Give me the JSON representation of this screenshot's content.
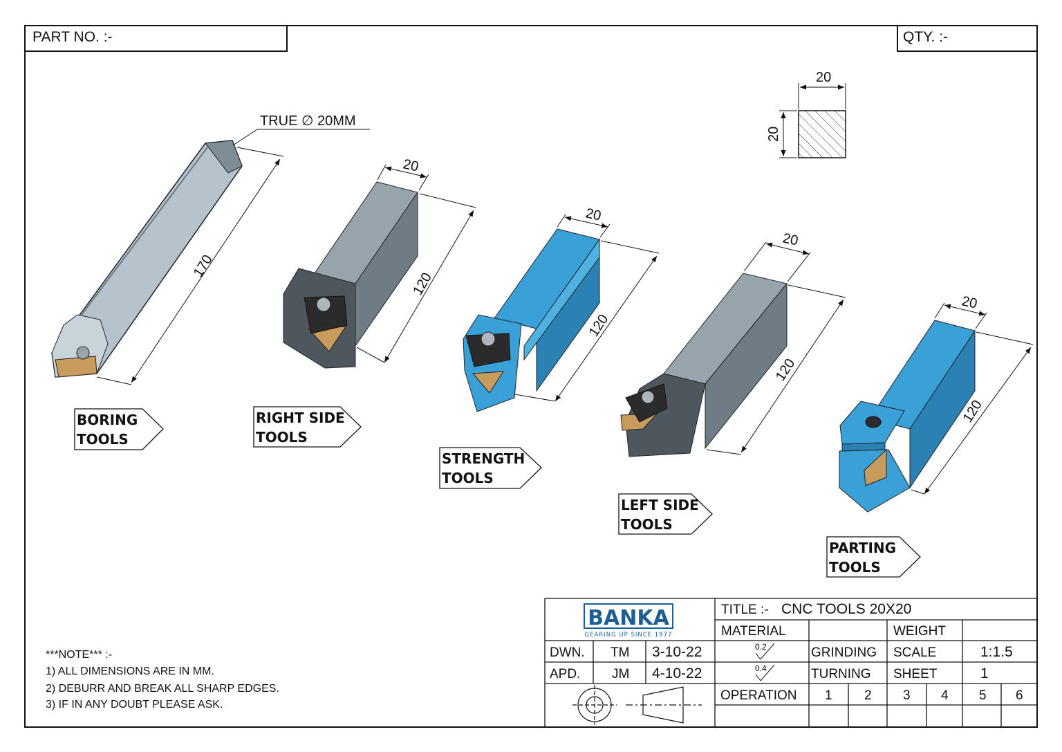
{
  "header": {
    "part_no": "PART NO. :-",
    "qty": "QTY. :-"
  },
  "section": {
    "width": "20",
    "height": "20"
  },
  "tools": [
    {
      "line1": "BORING",
      "line2": "TOOLS",
      "length": "170",
      "note": "TRUE ∅ 20MM",
      "color": "#b7c3cc"
    },
    {
      "line1": "RIGHT SIDE",
      "line2": "TOOLS",
      "length": "120",
      "width": "20",
      "color": "#8d9aa2"
    },
    {
      "line1": "STRENGTH",
      "line2": "TOOLS",
      "length": "120",
      "width": "20",
      "color": "#3aa0d8"
    },
    {
      "line1": "LEFT SIDE",
      "line2": "TOOLS",
      "length": "120",
      "width": "20",
      "color": "#8d9aa2"
    },
    {
      "line1": "PARTING",
      "line2": "TOOLS",
      "length": "120",
      "width": "20",
      "color": "#3aa0d8"
    }
  ],
  "notes": {
    "heading": "***NOTE*** :-",
    "items": [
      "1)   ALL DIMENSIONS ARE IN MM.",
      "2)   DEBURR AND BREAK ALL SHARP EDGES.",
      "3)   IF IN ANY DOUBT  PLEASE  ASK."
    ]
  },
  "title_block": {
    "logo": "BANKA",
    "tagline": "GEARING UP SINCE 1977",
    "title_label": "TITLE :-",
    "title": "CNC TOOLS 20X20",
    "material_label": "MATERIAL",
    "weight_label": "WEIGHT",
    "dwn_label": "DWN.",
    "dwn_by": "TM",
    "dwn_date": "3-10-22",
    "apd_label": "APD.",
    "apd_by": "JM",
    "apd_date": "4-10-22",
    "grinding_value": "0.2",
    "grinding_label": "GRINDING",
    "turning_value": "0.4",
    "turning_label": "TURNING",
    "scale_label": "SCALE",
    "scale": "1:1.5",
    "sheet_label": "SHEET",
    "sheet": "1",
    "operation_label": "OPERATION",
    "operations": [
      "1",
      "2",
      "3",
      "4",
      "5",
      "6"
    ]
  },
  "colors": {
    "border": "#111111",
    "logo": "#1f5e92",
    "insert": "#c69b5c",
    "clamp": "#2b2b2b"
  }
}
